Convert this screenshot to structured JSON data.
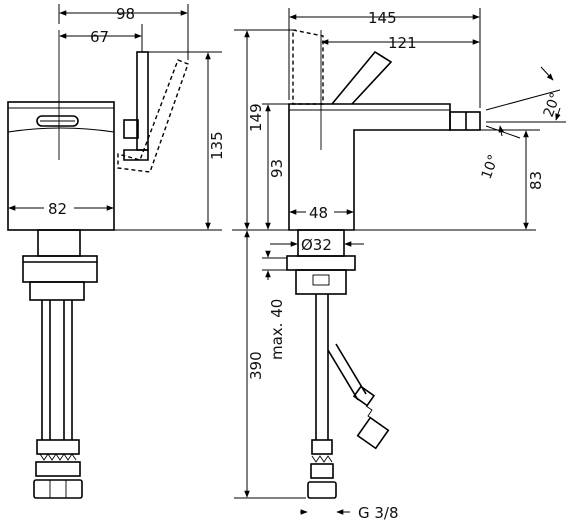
{
  "drawing": {
    "front_view": {
      "dim_overall_width": "98",
      "dim_handle_offset": "67",
      "dim_body_width": "82",
      "dim_body_height": "135"
    },
    "side_view": {
      "dim_overall_depth": "145",
      "dim_spout_reach": "121",
      "dim_total_height": "149",
      "dim_spout_height_inner": "93",
      "dim_spout_height": "83",
      "dim_base_width": "48",
      "dim_mount_diameter": "Ø32",
      "dim_counter_max": "max. 40",
      "dim_hose_length": "390",
      "dim_thread": "G 3/8",
      "angle_up": "20°",
      "angle_down": "10°"
    }
  }
}
